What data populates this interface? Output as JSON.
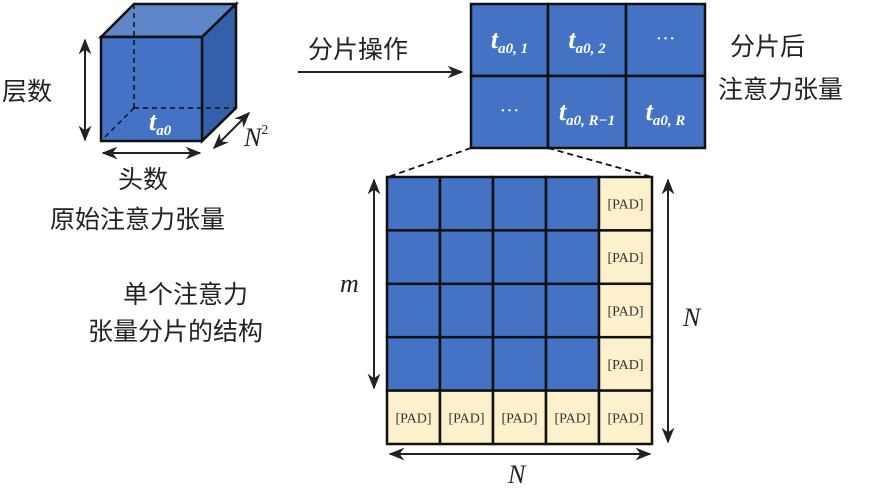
{
  "colors": {
    "blue": "#4472c4",
    "blue_top": "#5f86c9",
    "blue_side": "#3460aa",
    "pad": "#fdf0cc",
    "line": "#111111"
  },
  "cube": {
    "layers_label": "层数",
    "heads_label": "头数",
    "depth_label": "N",
    "depth_exp": "2",
    "tensor_main": "t",
    "tensor_sub": "a0",
    "caption": "原始注意力张量"
  },
  "arrow": {
    "label": "分片操作"
  },
  "shards": {
    "caption_line1": "分片后",
    "caption_line2": "注意力张量",
    "cells": [
      {
        "main": "t",
        "sub": "a0, 1"
      },
      {
        "main": "t",
        "sub": "a0, 2"
      },
      {
        "main": "",
        "sub": "",
        "dots": "···"
      },
      {
        "main": "",
        "sub": "",
        "dots": "···"
      },
      {
        "main": "t",
        "sub": "a0, R−1"
      },
      {
        "main": "t",
        "sub": "a0, R"
      }
    ]
  },
  "shard_structure": {
    "caption_line1": "单个注意力",
    "caption_line2": "张量分片的结构",
    "rows": 5,
    "cols": 5,
    "pad_label": "[PAD]",
    "m_label": "m",
    "n_right_label": "N",
    "n_bottom_label": "N"
  }
}
